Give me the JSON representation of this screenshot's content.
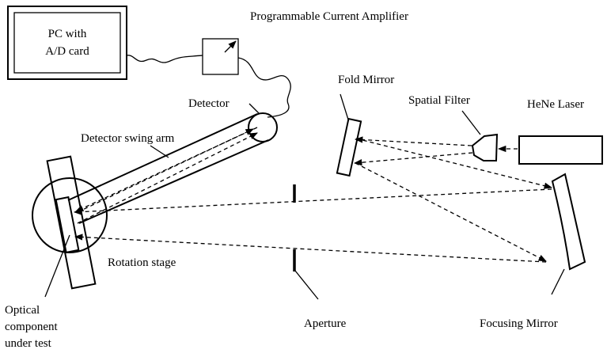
{
  "labels": {
    "pc_line1": "PC with",
    "pc_line2": "A/D card",
    "amplifier": "Programmable Current Amplifier",
    "detector": "Detector",
    "swing_arm": "Detector swing arm",
    "fold_mirror": "Fold Mirror",
    "spatial_filter": "Spatial Filter",
    "laser": "HeNe Laser",
    "rotation_stage": "Rotation stage",
    "component_line1": "Optical",
    "component_line2": "component",
    "component_line3": "under test",
    "aperture": "Aperture",
    "focusing_mirror": "Focusing Mirror"
  }
}
